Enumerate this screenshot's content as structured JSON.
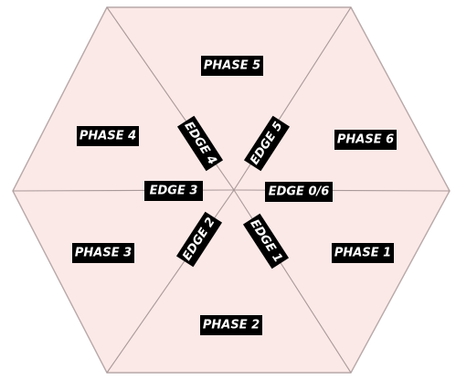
{
  "diagram": {
    "fill_color": "#fbe9e7",
    "outline_color": "#b8a8a8",
    "label_bg_color": "#000000",
    "label_text_color": "#ffffff",
    "phases": [
      {
        "id": "phase-5",
        "label": "PHASE 5"
      },
      {
        "id": "phase-6",
        "label": "PHASE 6"
      },
      {
        "id": "phase-1",
        "label": "PHASE 1"
      },
      {
        "id": "phase-2",
        "label": "PHASE 2"
      },
      {
        "id": "phase-3",
        "label": "PHASE 3"
      },
      {
        "id": "phase-4",
        "label": "PHASE 4"
      }
    ],
    "edges": [
      {
        "id": "edge-0-6",
        "label": "EDGE 0/6"
      },
      {
        "id": "edge-1",
        "label": "EDGE 1"
      },
      {
        "id": "edge-2",
        "label": "EDGE 2"
      },
      {
        "id": "edge-3",
        "label": "EDGE 3"
      },
      {
        "id": "edge-4",
        "label": "EDGE 4"
      },
      {
        "id": "edge-5",
        "label": "EDGE 5"
      }
    ]
  }
}
